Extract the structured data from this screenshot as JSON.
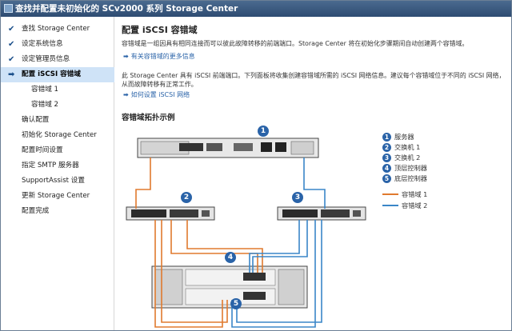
{
  "window": {
    "title": "查找并配置未初始化的 SCv2000 系列 Storage Center"
  },
  "sidebar": {
    "items": [
      {
        "label": "查找 Storage Center",
        "state": "done"
      },
      {
        "label": "设定系统信息",
        "state": "done"
      },
      {
        "label": "设定管理员信息",
        "state": "done"
      },
      {
        "label": "配置 iSCSI 容错域",
        "state": "active"
      },
      {
        "label": "容错域 1",
        "state": "sub"
      },
      {
        "label": "容错域 2",
        "state": "sub"
      },
      {
        "label": "确认配置",
        "state": "pending"
      },
      {
        "label": "初始化 Storage Center",
        "state": "pending"
      },
      {
        "label": "配置时间设置",
        "state": "pending"
      },
      {
        "label": "指定 SMTP 服务器",
        "state": "pending"
      },
      {
        "label": "SupportAssist 设置",
        "state": "pending"
      },
      {
        "label": "更新 Storage Center",
        "state": "pending"
      },
      {
        "label": "配置完成",
        "state": "pending"
      }
    ]
  },
  "main": {
    "title": "配置 iSCSI 容错域",
    "intro": "容错域是一组因具有相同连接而可以彼此故障转移的前端端口。Storage Center 将在初始化步骤期间自动创建两个容错域。",
    "link1": "有关容错域的更多信息",
    "body": "此 Storage Center 具有 iSCSI 前端端口。下列面板将收集创建容错域所需的 iSCSI 网络信息。建议每个容错域位于不同的 iSCSI 网络，从而故障转移有正常工作。",
    "link2": "如何设置 iSCSI 网络",
    "diagram_title": "容错域拓扑示例"
  },
  "diagram": {
    "callouts": [
      "1",
      "2",
      "3",
      "4",
      "5"
    ],
    "legend": [
      {
        "num": "1",
        "label": "服务器"
      },
      {
        "num": "2",
        "label": "交换机 1"
      },
      {
        "num": "3",
        "label": "交换机 2"
      },
      {
        "num": "4",
        "label": "顶层控制器"
      },
      {
        "num": "5",
        "label": "底层控制器"
      }
    ],
    "line_legend": [
      {
        "label": "容错域 1",
        "color": "#e07a2e"
      },
      {
        "label": "容错域 2",
        "color": "#3a86c8"
      }
    ]
  },
  "icons": {
    "done": "check-icon",
    "active": "arrow-right-icon",
    "link": "link-arrow-icon"
  }
}
